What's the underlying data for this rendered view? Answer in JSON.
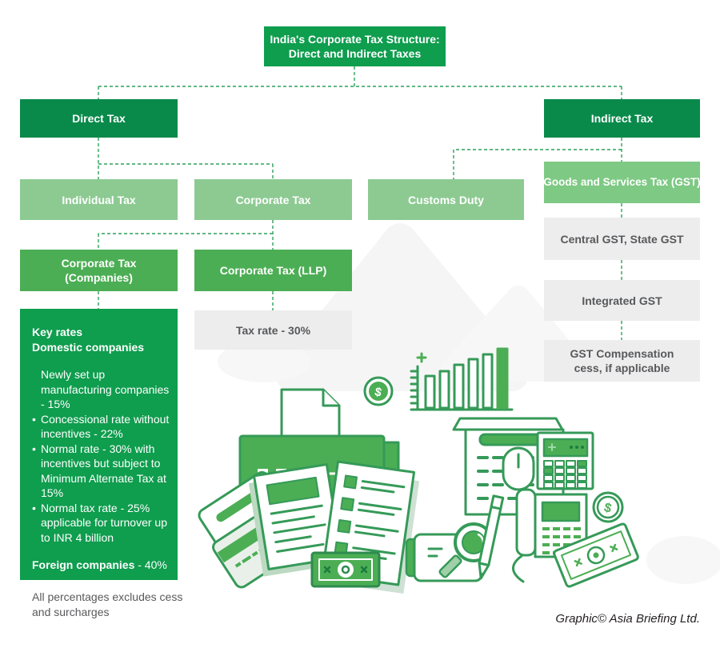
{
  "title": {
    "line1": "India's Corporate Tax Structure:",
    "line2": "Direct and Indirect Taxes"
  },
  "nodes": {
    "direct_tax": "Direct Tax",
    "indirect_tax": "Indirect Tax",
    "individual_tax": "Individual Tax",
    "corporate_tax": "Corporate Tax",
    "customs_duty": "Customs Duty",
    "gst": "Goods and Services Tax (GST)",
    "corporate_tax_companies": "Corporate Tax (Companies)",
    "corporate_tax_llp": "Corporate Tax (LLP)",
    "llp_tax_rate": "Tax rate - 30%",
    "central_state_gst": "Central GST, State GST",
    "integrated_gst": "Integrated GST",
    "gst_compensation": "GST Compensation cess, if applicable"
  },
  "key_rates": {
    "heading1": "Key rates",
    "heading2": "Domestic companies",
    "items": [
      {
        "bullet": "",
        "text": "Newly set up manufacturing companies - 15%"
      },
      {
        "bullet": "•",
        "text": "Concessional rate without incentives - 22%"
      },
      {
        "bullet": "•",
        "text": "Normal rate - 30% with incentives but subject to Minimum Alternate Tax at 15%"
      },
      {
        "bullet": "•",
        "text": "Normal tax rate - 25% applicable for turnover up to INR 4 billion"
      }
    ],
    "foreign_label": "Foreign companies",
    "foreign_value": " - 40%"
  },
  "footnote": "All percentages excludes cess and surcharges",
  "credit": "Graphic© Asia Briefing Ltd.",
  "icons": {
    "dollar": "$",
    "illustration_items": [
      "printer",
      "dollar-coin",
      "growth-bar-chart",
      "whiteboard",
      "computer-mouse",
      "calculator",
      "desk-phone",
      "banknote",
      "credit-cards",
      "checklist-documents",
      "camera",
      "magnifier",
      "pencil"
    ]
  },
  "palette": {
    "green_bright": "#0f9d4e",
    "green_dark": "#098a4b",
    "green_mid": "#4cae54",
    "green_light": "#8dca92",
    "green_gst": "#7ec984",
    "gray_box": "#ededee",
    "gray_text": "#58595b",
    "connector_green": "#2fa05c"
  }
}
